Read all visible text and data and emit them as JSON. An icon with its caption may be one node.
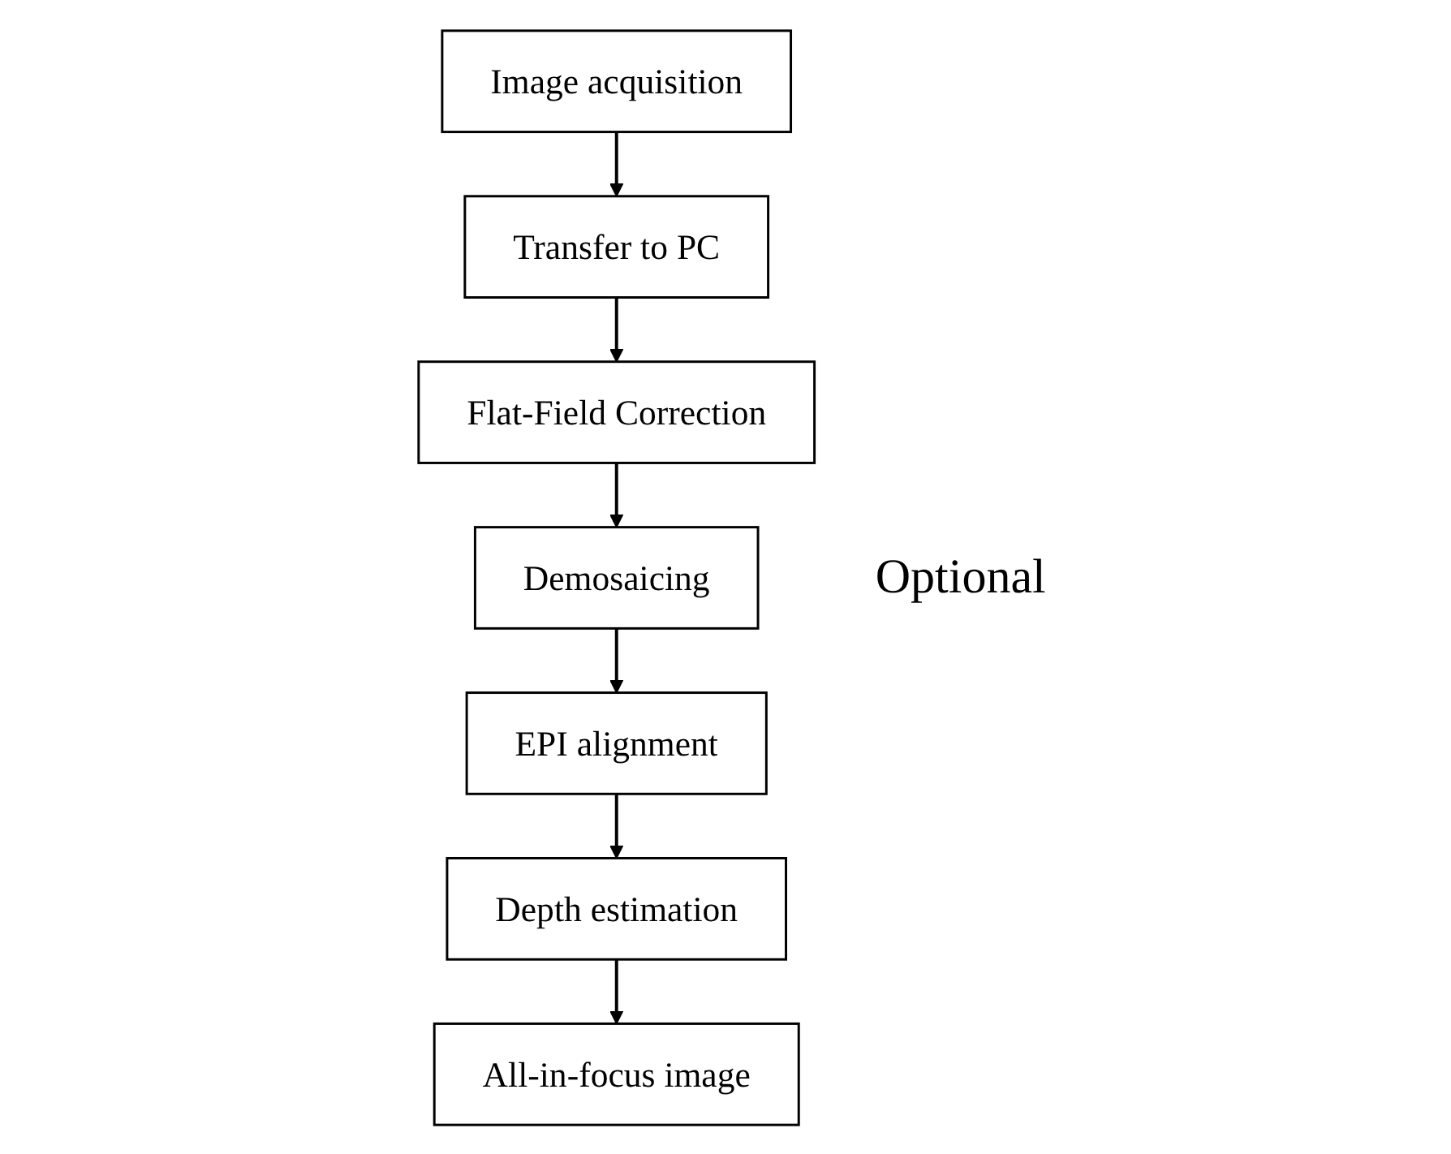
{
  "diagram": {
    "nodes": [
      {
        "text": [
          "Image acquisition"
        ]
      },
      {
        "text": [
          "Transfer to PC"
        ]
      },
      {
        "text": [
          "Flat-Field Correction"
        ]
      },
      {
        "text": [
          "Demosaicing"
        ]
      },
      {
        "text": [
          "EPI alignment"
        ]
      },
      {
        "text": [
          "Depth estimation"
        ]
      },
      {
        "text": [
          "All-in-focus image"
        ]
      }
    ],
    "edges": [
      {
        "from": 0,
        "to": 1,
        "arrow": "to"
      },
      {
        "from": 1,
        "to": 2,
        "arrow": "to"
      },
      {
        "from": 2,
        "to": 3,
        "arrow": "to"
      },
      {
        "from": 3,
        "to": 4,
        "arrow": "to"
      },
      {
        "from": 4,
        "to": 5,
        "arrow": "to"
      },
      {
        "from": 5,
        "to": 6,
        "arrow": "to"
      }
    ],
    "labels": [
      "Optional"
    ]
  }
}
